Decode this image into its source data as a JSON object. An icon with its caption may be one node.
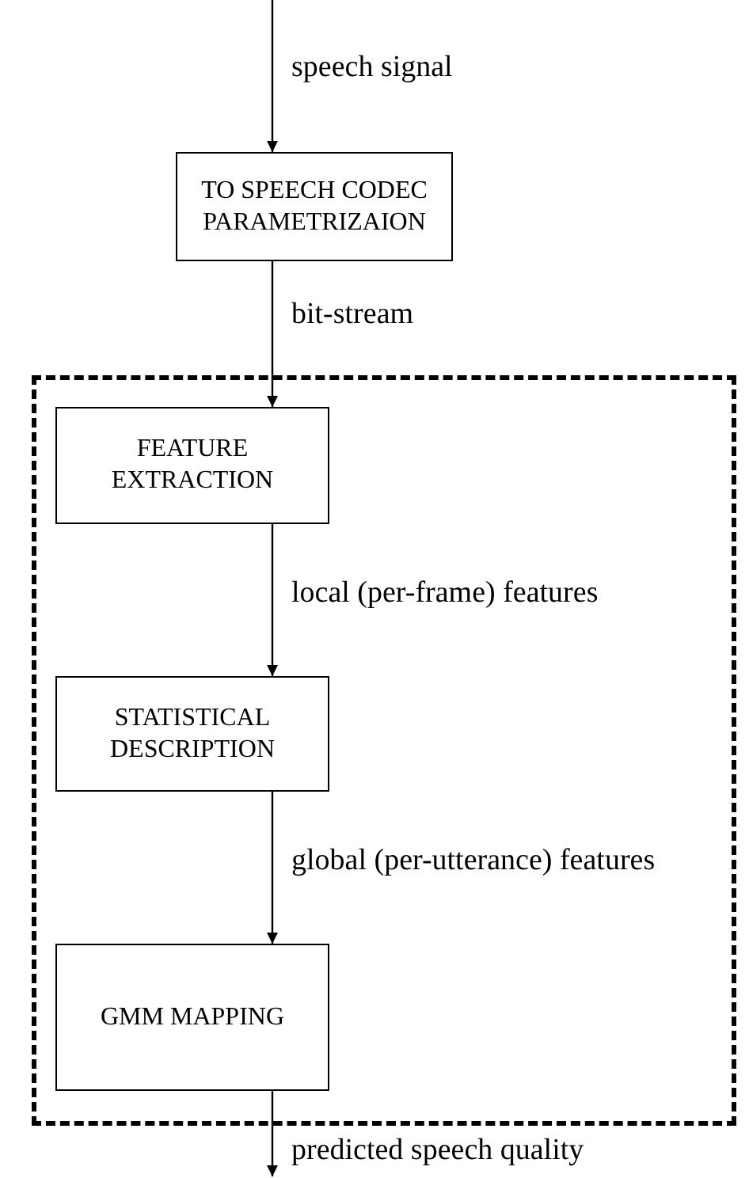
{
  "diagram": {
    "nodes": [
      {
        "text": [
          "TO SPEECH CODEC PARAMETRIZAION"
        ]
      },
      {
        "text": [],
        "shape": "box"
      },
      {
        "text": [
          "FEATURE EXTRACTION"
        ],
        "in": 1
      },
      {
        "text": [
          "STATISTICAL DESCRIPTION"
        ],
        "in": 1
      },
      {
        "text": [
          "GMM MAPPING"
        ],
        "in": 1
      }
    ],
    "edges": [
      {
        "from": null,
        "to": 0,
        "arrow": "to",
        "label": "speech signal"
      },
      {
        "from": 0,
        "to": 2,
        "arrow": "to",
        "label": "bit-stream"
      },
      {
        "from": 2,
        "to": 3,
        "arrow": "to",
        "label": "local (per-frame) features"
      },
      {
        "from": 3,
        "to": 4,
        "arrow": "to",
        "label": "global (per-utterance) features"
      },
      {
        "from": 4,
        "to": null,
        "arrow": "to",
        "label": "predicted speech quality"
      }
    ]
  }
}
